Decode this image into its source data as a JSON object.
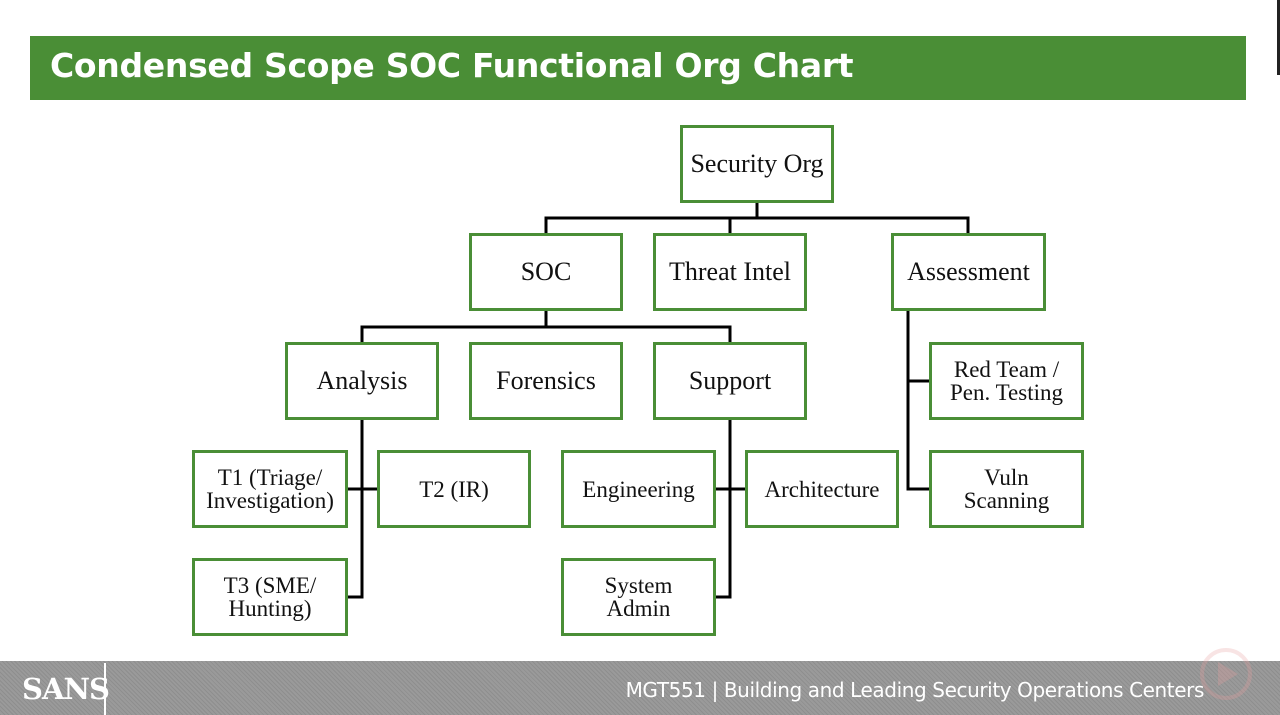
{
  "slide": {
    "title": "Condensed Scope SOC Functional Org Chart"
  },
  "org_chart": {
    "root": "Security Org",
    "soc": "SOC",
    "threat_intel": "Threat Intel",
    "assessment": "Assessment",
    "analysis": "Analysis",
    "forensics": "Forensics",
    "support": "Support",
    "red_team": "Red Team /\nPen. Testing",
    "vuln_scanning": "Vuln\nScanning",
    "t1": "T1 (Triage/\nInvestigation)",
    "t2": "T2 (IR)",
    "t3": "T3 (SME/\nHunting)",
    "engineering": "Engineering",
    "architecture": "Architecture",
    "system_admin": "System\nAdmin"
  },
  "footer": {
    "logo": "SANS",
    "course": "MGT551 | Building and Leading Security Operations Centers"
  },
  "colors": {
    "accent": "#4a8e36",
    "connector": "#000000",
    "footer_bg": "#9a9a9a"
  }
}
